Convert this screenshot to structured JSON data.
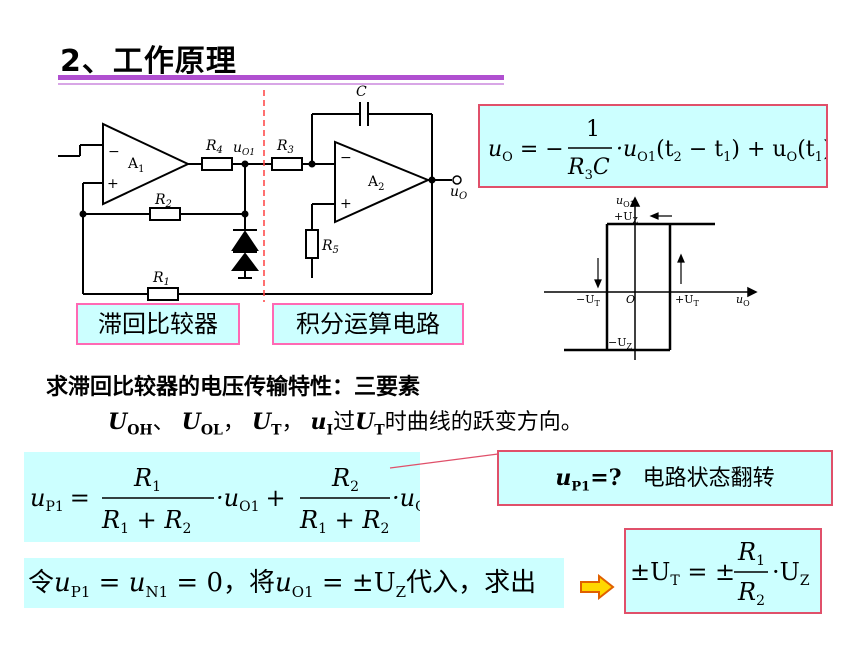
{
  "title": "2、工作原理",
  "circuit": {
    "opamp1": "A",
    "opamp1_sub": "1",
    "opamp2": "A",
    "opamp2_sub": "2",
    "r4": "R",
    "r4_sub": "4",
    "uo1": "u",
    "uo1_sub": "O1",
    "r3": "R",
    "r3_sub": "3",
    "cap": "C",
    "r2": "R",
    "r2_sub": "2",
    "r1": "R",
    "r1_sub": "1",
    "r5": "R",
    "r5_sub": "5",
    "uo": "u",
    "uo_sub": "O",
    "minus": "−",
    "plus": "+"
  },
  "labels": {
    "hysteresis": "滞回比较器",
    "integrator": "积分运算电路"
  },
  "formula_top": {
    "lhs": "u",
    "lhs_sub": "O",
    "eq": " = −",
    "num": "1",
    "den": "R",
    "den_sub": "3",
    "den_c": "C",
    "rest": "·u",
    "rest_sub": "O1",
    "rest2": "(t",
    "t2_sub": "2",
    "rest3": " − t",
    "t1_sub": "1",
    "rest4": ") + u",
    "uo_sub": "O",
    "rest5": "(t",
    "t1b_sub": "1",
    "rest6": ")"
  },
  "graph": {
    "y_label": "u",
    "y_sub": "O1",
    "plus_uz": "+U",
    "plus_uz_sub": "Z",
    "minus_uz": "−U",
    "minus_uz_sub": "Z",
    "minus_ut": "−U",
    "minus_ut_sub": "T",
    "plus_ut": "+U",
    "plus_ut_sub": "T",
    "origin": "O",
    "x_label": "u",
    "x_sub": "O"
  },
  "text": {
    "line1": "求滞回比较器的电压传输特性：三要素",
    "uoh": "U",
    "uoh_sub": "OH",
    "sep1": "、",
    "uol": "U",
    "uol_sub": "OL",
    "sep2": "，",
    "ut": "U",
    "ut_sub": "T",
    "sep3": "，",
    "ui": "u",
    "ui_sub": "I",
    "guo": "过",
    "ut2": "U",
    "ut2_sub": "T",
    "tail": "时曲线的跃变方向。"
  },
  "formula_p1": {
    "lhs": "u",
    "lhs_sub": "P1",
    "eq": "=",
    "num1": "R",
    "num1_sub": "1",
    "den1a": "R",
    "den1a_sub": "1",
    "den_plus": " + ",
    "den1b": "R",
    "den1b_sub": "2",
    "dot1": "·u",
    "dot1_sub": "O1",
    "plus": "+",
    "num2": "R",
    "num2_sub": "2",
    "den2a": "R",
    "den2a_sub": "1",
    "den2b": "R",
    "den2b_sub": "2",
    "dot2": "·u",
    "dot2_sub": "O"
  },
  "question_box": {
    "u": "u",
    "sub": "P1",
    "q": "=?",
    "text": "电路状态翻转"
  },
  "bottom_left": {
    "ling": "令",
    "u1": "u",
    "u1_sub": "P1",
    "eq1": " = ",
    "u2": "u",
    "u2_sub": "N1",
    "eq2": " = 0，将",
    "u3": "u",
    "u3_sub": "O1",
    "eq3": " = ±U",
    "uz_sub": "Z",
    "tail": "代入，求出"
  },
  "bottom_right": {
    "lhs": "±U",
    "lhs_sub": "T",
    "eq": " = ±",
    "num": "R",
    "num_sub": "1",
    "den": "R",
    "den_sub": "2",
    "rest": "·U",
    "rest_sub": "Z"
  }
}
